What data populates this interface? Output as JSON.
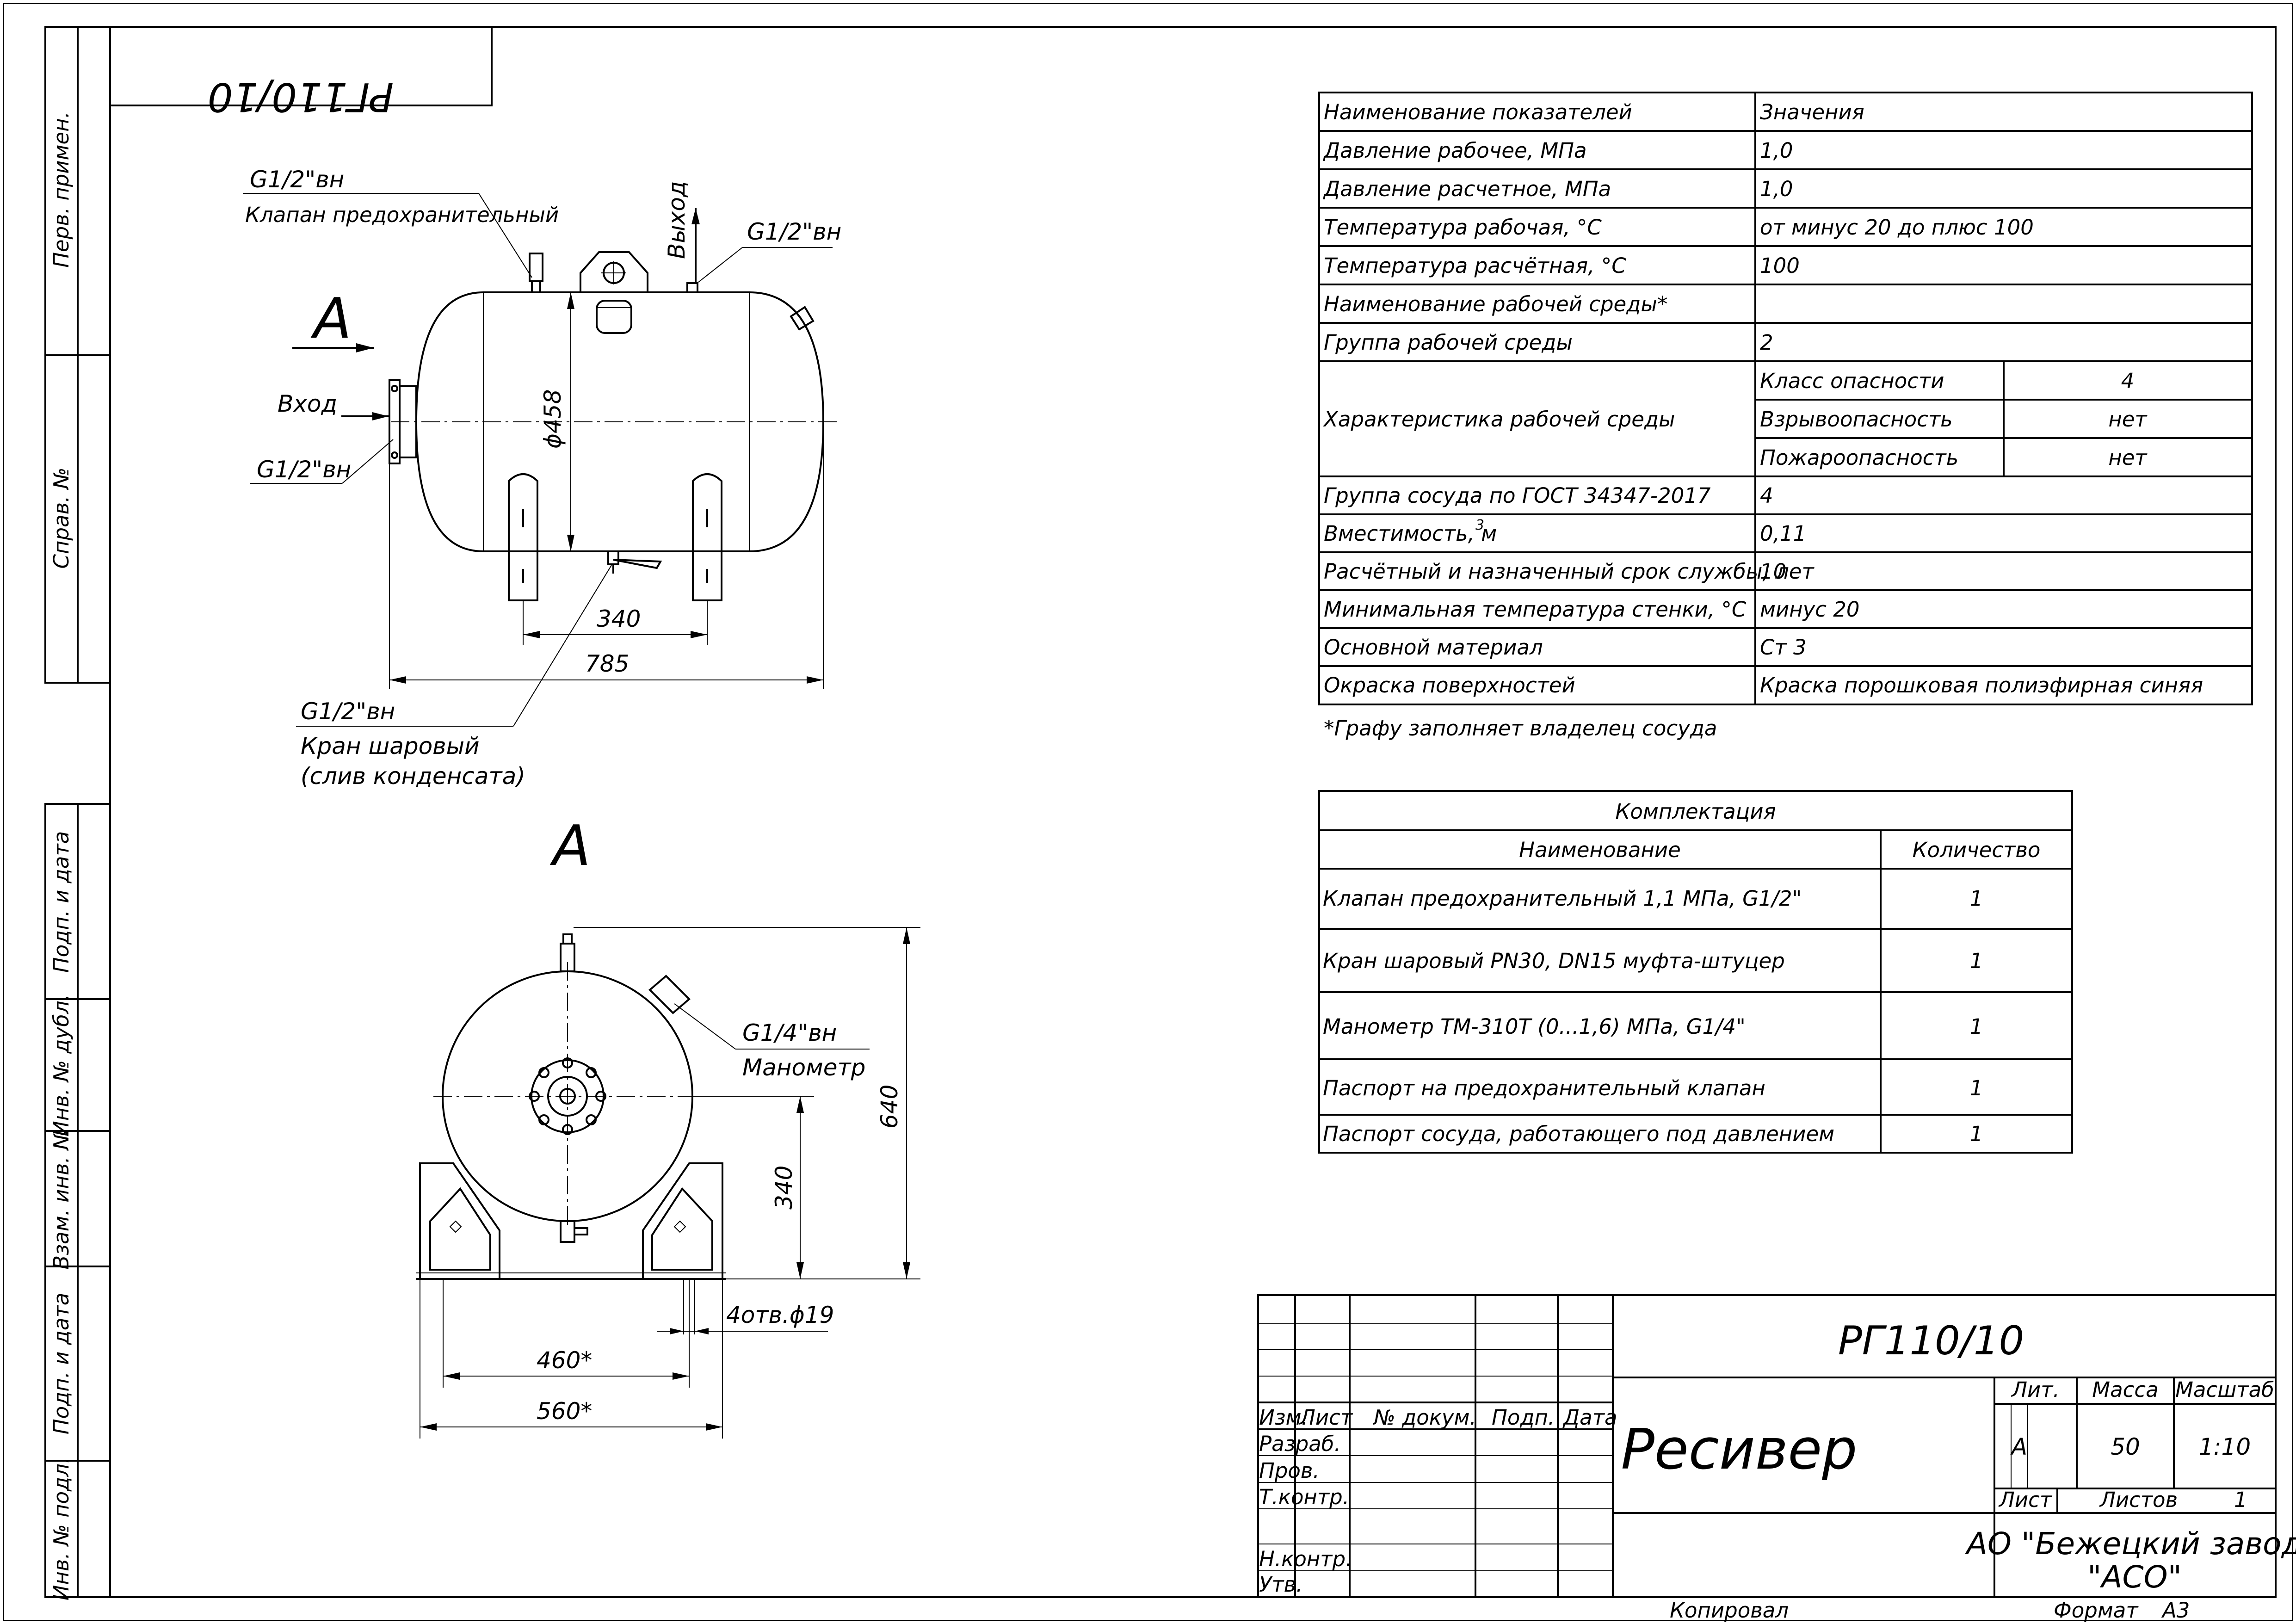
{
  "mirrored_code": "РГ110/10",
  "side_stamps": {
    "perv_primen": "Перв. примен.",
    "sprav_no": "Справ. №",
    "podp_i_data_1": "Подп. и дата",
    "inv_no_dubl": "Инв. № дубл.",
    "vzam_inv_no": "Взам. инв. №",
    "podp_i_data_2": "Подп. и дата",
    "inv_no_podl": "Инв. № подл."
  },
  "front_view": {
    "view_marker": "А",
    "inlet": "Вход",
    "outlet": "Выход",
    "safety_valve_thread": "G1/2\"вн",
    "safety_valve": "Клапан предохранительный",
    "outlet_thread": "G1/2\"вн",
    "inlet_thread": "G1/2\"вн",
    "diameter": "ϕ458",
    "dim_340": "340",
    "dim_785": "785",
    "drain_thread": "G1/2\"вн",
    "drain_line1": "Кран шаровый",
    "drain_line2": "(слив конденсата)"
  },
  "side_view": {
    "title": "А",
    "gauge_thread": "G1/4\"вн",
    "gauge": "Манометр",
    "dim_640": "640",
    "dim_340": "340",
    "holes": "4отв.ϕ19",
    "dim_460": "460*",
    "dim_560": "560*"
  },
  "spec_table": {
    "header": [
      "Наименование показателей",
      "Значения"
    ],
    "rows": [
      {
        "name": "Давление рабочее, МПа",
        "value": "1,0"
      },
      {
        "name": "Давление расчетное, МПа",
        "value": "1,0"
      },
      {
        "name": "Температура рабочая, °С",
        "value": "от минус 20 до плюс 100"
      },
      {
        "name": "Температура расчётная, °С",
        "value": "100"
      },
      {
        "name": "Наименование рабочей среды*",
        "value": ""
      },
      {
        "name": "Группа рабочей среды",
        "value": "2"
      }
    ],
    "env_label": "Характеристика рабочей среды",
    "env_rows": [
      {
        "name": "Класс опасности",
        "value": "4"
      },
      {
        "name": "Взрывоопасность",
        "value": "нет"
      },
      {
        "name": "Пожароопасность",
        "value": "нет"
      }
    ],
    "rows2": [
      {
        "name": "Группа сосуда по ГОСТ 34347-2017",
        "value": "4"
      },
      {
        "name": "Вместимость, м",
        "value": "0,11"
      },
      {
        "name": "Расчётный и назначенный срок службы, лет",
        "value": "10"
      },
      {
        "name": "Минимальная температура стенки, °С",
        "value": "минус 20"
      },
      {
        "name": "Основной материал",
        "value": "Ст 3"
      },
      {
        "name": "Окраска поверхностей",
        "value": "Краска порошковая полиэфирная синяя"
      }
    ],
    "volume_sup": "3",
    "footnote": "*Графу заполняет владелец сосуда"
  },
  "kit_table": {
    "title": "Комплектация",
    "col_name": "Наименование",
    "col_qty": "Количество",
    "rows": [
      {
        "name": "Клапан предохранительный 1,1 МПа, G1/2\"",
        "qty": "1"
      },
      {
        "name": "Кран шаровый PN30, DN15 муфта-штуцер",
        "qty": "1"
      },
      {
        "name": "Манометр ТМ-310Т (0...1,6) МПа, G1/4\"",
        "qty": "1"
      },
      {
        "name": "Паспорт на предохранительный клапан",
        "qty": "1"
      },
      {
        "name": "Паспорт сосуда, работающего под давлением",
        "qty": "1"
      }
    ]
  },
  "title_block": {
    "code": "РГ110/10",
    "name": "Ресивер",
    "lit_label": "Лит.",
    "mass_label": "Масса",
    "scale_label": "Масштаб",
    "lit": "А",
    "mass": "50",
    "scale": "1:10",
    "sheet_label": "Лист",
    "sheets_label": "Листов",
    "sheets": "1",
    "company_line1": "АО \"Бежецкий завод",
    "company_line2": "\"АСО\"",
    "cols": [
      "Изм.",
      "Лист",
      "№ докум.",
      "Подп.",
      "Дата"
    ],
    "roles": [
      "Разраб.",
      "Пров.",
      "Т.контр.",
      "Н.контр.",
      "Утв."
    ],
    "copied": "Копировал",
    "format_label": "Формат",
    "format": "А3"
  }
}
